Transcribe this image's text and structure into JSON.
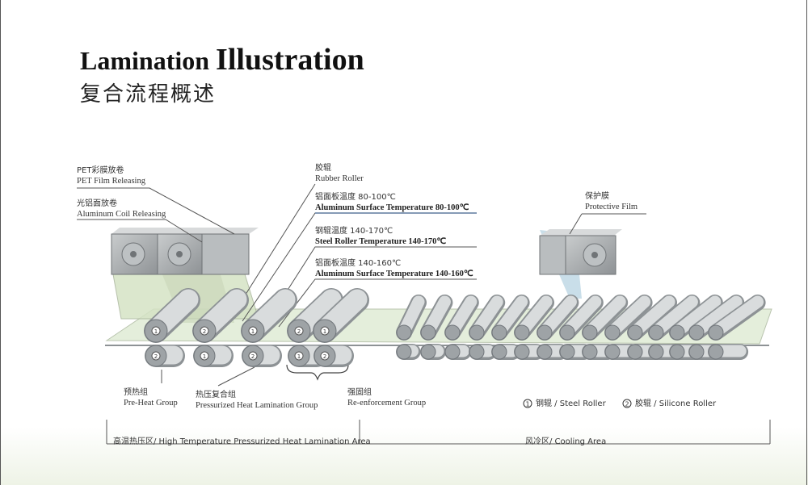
{
  "title": {
    "word1": "Lamination",
    "word2": "Illustration",
    "cn": "复合流程概述"
  },
  "labels": {
    "pet_cn": "PET彩膜放卷",
    "pet_en": "PET Film Releasing",
    "al_cn": "光铝面放卷",
    "al_en": "Aluminum Coil Releasing",
    "rubber_cn": "胶辊",
    "rubber_en": "Rubber Roller",
    "t1_cn": "铝面板温度  80-100℃",
    "t1_en": "Aluminum Surface Temperature 80-100℃",
    "t2_cn": "钢辊温度  140-170℃",
    "t2_en": "Steel Roller Temperature 140-170℃",
    "t3_cn": "铝面板温度  140-160℃",
    "t3_en": "Aluminum Surface Temperature 140-160℃",
    "prot_cn": "保护膜",
    "prot_en": "Protective Film",
    "preheat_cn": "预热组",
    "preheat_en": "Pre-Heat Group",
    "press_cn": "热压复合组",
    "press_en": "Pressurized Heat Lamination Group",
    "reinf_cn": "强固组",
    "reinf_en": "Re-enforcement Group"
  },
  "legend": {
    "steel": "钢辊 / Steel Roller",
    "silicone": "胶辊 / Silicone Roller",
    "steel_num": "1",
    "silicone_num": "2"
  },
  "zones": {
    "hot": "高温热压区/ High Temperature Pressurized Heat  Lamination Area",
    "cool": "风冷区/ Cooling Area"
  },
  "rollers": {
    "front": [
      {
        "top": "1",
        "bottom": "2"
      },
      {
        "top": "2",
        "bottom": "1"
      },
      {
        "top": "1",
        "bottom": "2"
      },
      {
        "top": "2",
        "bottom": "1"
      },
      {
        "top": "1",
        "bottom": "2"
      }
    ]
  },
  "colors": {
    "film": "#dfe9cf",
    "roller": "#c9ccce",
    "roller_dark": "#8d9295",
    "box": "#9a9ea1",
    "blue_line": "#3d5f8a"
  }
}
